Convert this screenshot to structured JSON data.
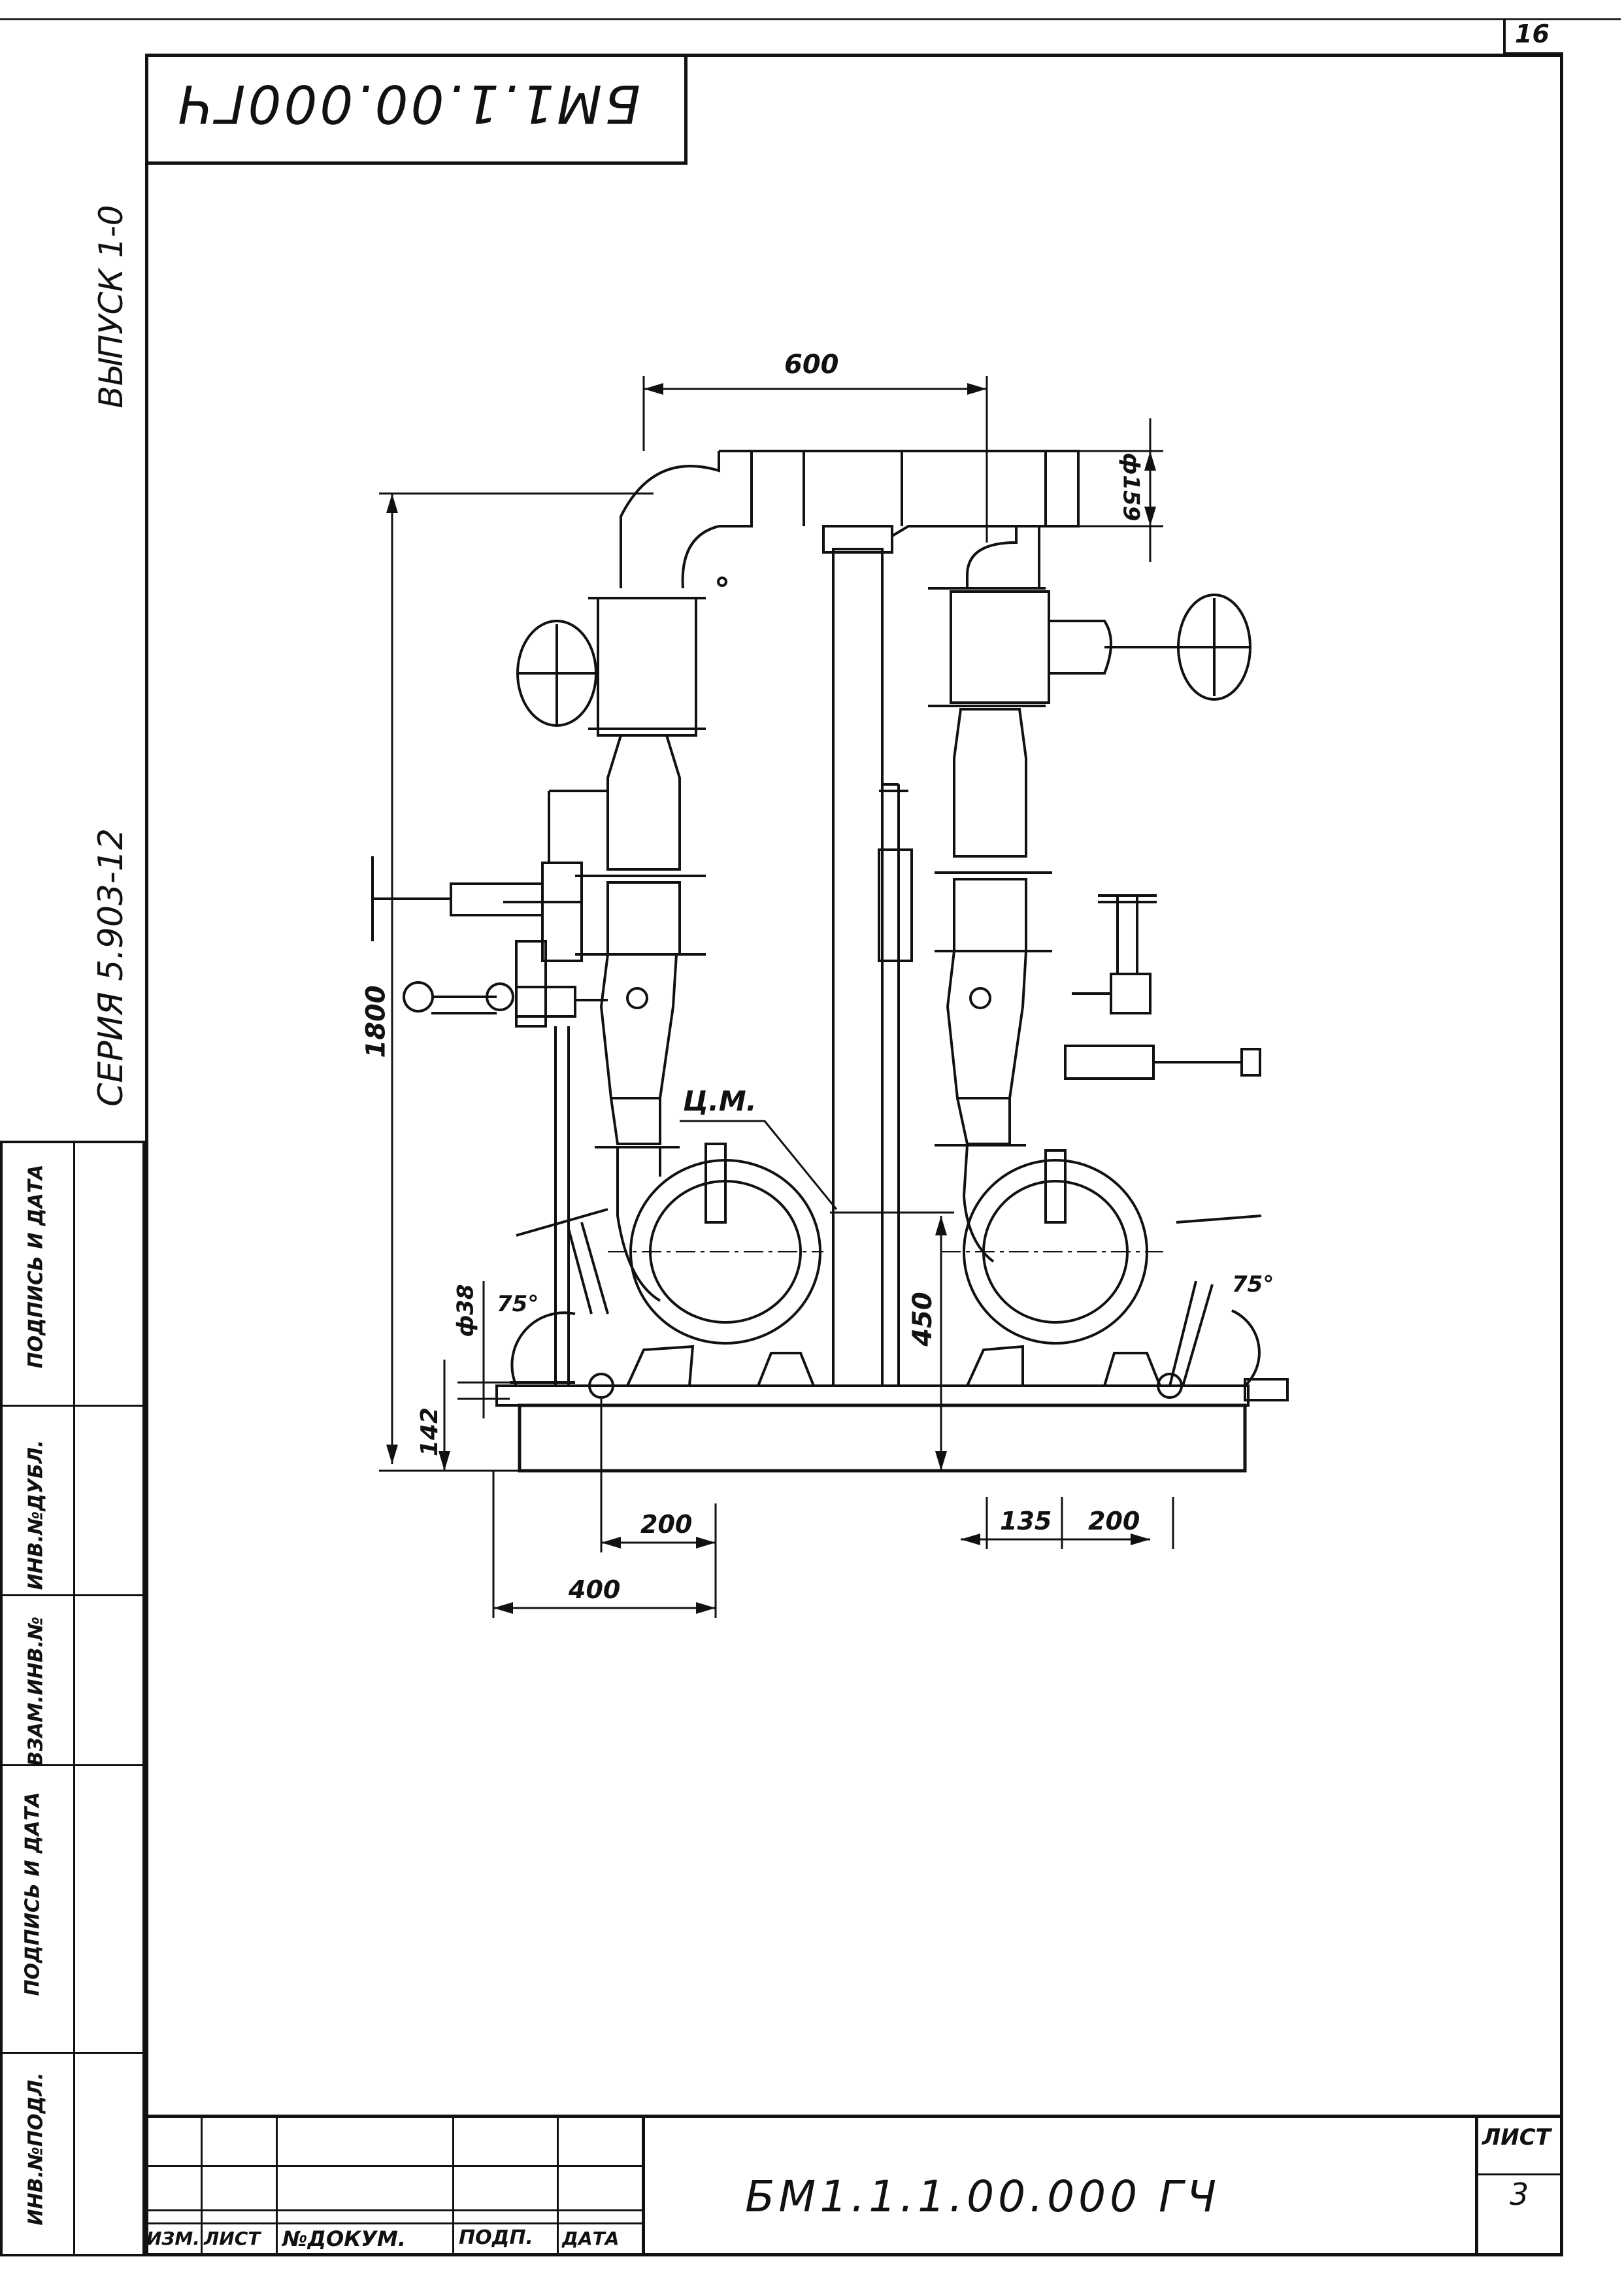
{
  "sheet": {
    "page_corner_number": "16",
    "top_stamp_mirrored": "БМ1.1.00.000ГЧ",
    "series_label": "СЕРИЯ 5.903-12",
    "issue_label": "ВЫПУСК 1-0"
  },
  "side_stamp": {
    "cells": [
      "ИНВ.№ПОДЛ.",
      "ПОДПИСЬ И ДАТА",
      "ВЗАМ.ИНВ.№",
      "ИНВ.№ДУБЛ.",
      "ПОДПИСЬ И ДАТА"
    ]
  },
  "title_block": {
    "col_headers": [
      "ИЗМ.",
      "ЛИСТ",
      "№ДОКУМ.",
      "ПОДП.",
      "ДАТА"
    ],
    "designation": "БМ1.1.1.00.000 ГЧ",
    "sheet_label": "ЛИСТ",
    "sheet_number": "3"
  },
  "dimensions": {
    "d600": "600",
    "d159": "ф159",
    "d1800": "1800",
    "d450": "450",
    "d142": "142",
    "d38": "ф38",
    "d200_left": "200",
    "d400": "400",
    "d135": "135",
    "d200_right": "200",
    "angle_left": "75°",
    "angle_right": "75°",
    "cm_label": "Ц.М."
  }
}
